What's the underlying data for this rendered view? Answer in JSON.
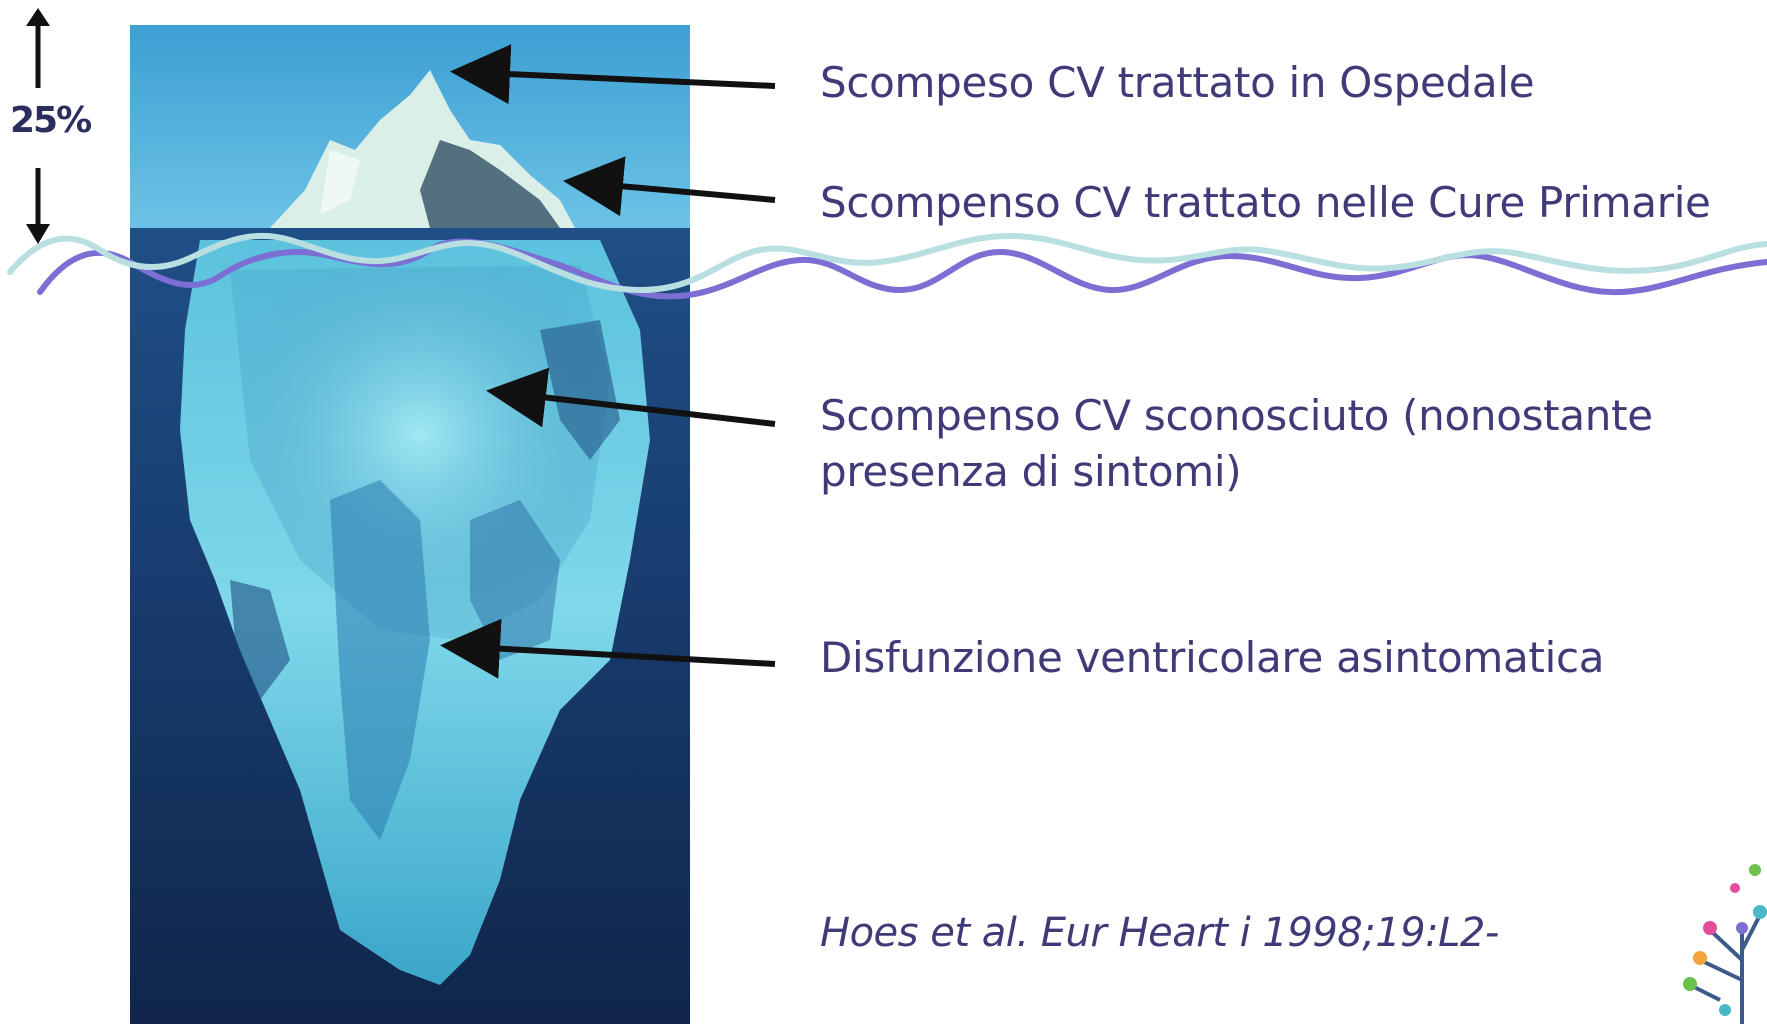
{
  "percentage": "25%",
  "labels": {
    "hospital": "Scompeso CV trattato in Ospedale",
    "primary_care": "Scompenso CV trattato  nelle Cure Primarie",
    "unknown_line1": "Scompenso CV sconosciuto (nonostante",
    "unknown_line2": "presenza di sintomi)",
    "asymptomatic": "Disfunzione ventricolare asintomatica"
  },
  "citation": "Hoes et al. Eur Heart i 1998;19:L2-",
  "colors": {
    "sky": "#3f9fcf",
    "deep_water": "#16345f",
    "ice": "#8fe0ee",
    "wave_light": "#b8dde0",
    "wave_purple": "#7b6fd4",
    "text": "#3f3a78"
  }
}
